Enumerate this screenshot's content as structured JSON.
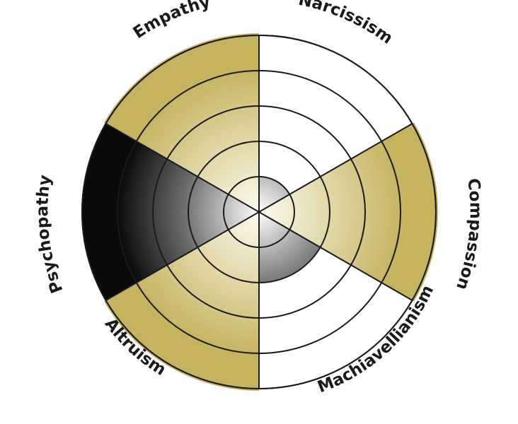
{
  "diagram": {
    "levels": 6,
    "segments": [
      {
        "label": "Empathy",
        "value": 5,
        "color": "gold"
      },
      {
        "label": "Narcissism",
        "value": 1,
        "color": "dark"
      },
      {
        "label": "Compassion",
        "value": 5,
        "color": "gold"
      },
      {
        "label": "Machiavellianism",
        "value": 2,
        "color": "dark"
      },
      {
        "label": "Altruism",
        "value": 5,
        "color": "gold"
      },
      {
        "label": "Psychopathy",
        "value": 5,
        "color": "dark"
      }
    ],
    "colors": {
      "gold_center": "#fdfbef",
      "gold_edge": "#c5b35e",
      "dark_center": "#ffffff",
      "dark_edge": "#0a0a0a",
      "lines": "#1a1a1a"
    }
  }
}
